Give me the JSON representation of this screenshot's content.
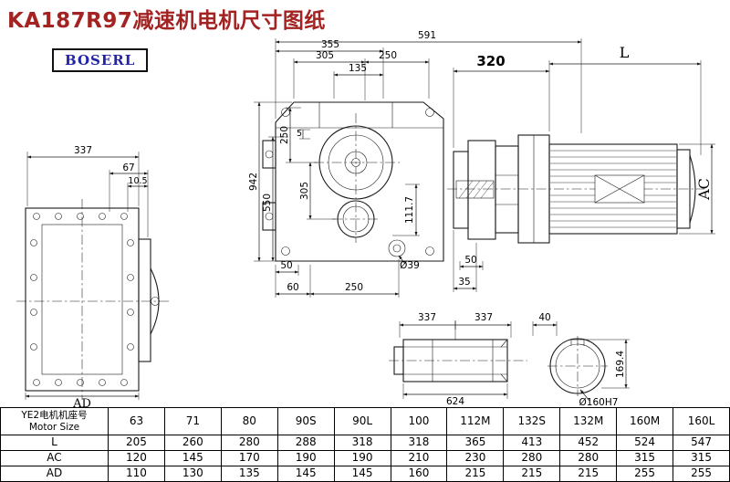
{
  "title": "KA187R97减速机电机尺寸图纸",
  "logo": "BOSERL",
  "colors": {
    "title": "#a32222",
    "logo_text": "#2323a8",
    "line": "#1a1a1a"
  },
  "dims": {
    "left_view": {
      "width": "337",
      "d67": "67",
      "d10_5": "10.5",
      "ad": "AD"
    },
    "main_view": {
      "d591": "591",
      "d355": "355",
      "d305_top": "305",
      "d250_top": "250",
      "d135": "135",
      "d942": "942",
      "d550": "550",
      "d250_left": "250",
      "d5": "5",
      "d305_left": "305",
      "d111_7": "111.7",
      "d50_left": "50",
      "d60": "60",
      "d250_bottom": "250",
      "d39": "Ø39",
      "d50_right": "50",
      "d35": "35"
    },
    "motor_view": {
      "d320": "320",
      "length": "L",
      "ac": "AC"
    },
    "shaft_view": {
      "d337_left": "337",
      "d337_right": "337",
      "d624": "624"
    },
    "bore_view": {
      "d40": "40",
      "d169_4": "169.4",
      "bore": "Ø160H7"
    }
  },
  "table": {
    "header_cn": "YE2电机机座号",
    "header_en": "Motor Size",
    "columns": [
      "63",
      "71",
      "80",
      "90S",
      "90L",
      "100",
      "112M",
      "132S",
      "132M",
      "160M",
      "160L"
    ],
    "rows": [
      {
        "label": "L",
        "values": [
          "205",
          "260",
          "280",
          "288",
          "318",
          "318",
          "365",
          "413",
          "452",
          "524",
          "547"
        ]
      },
      {
        "label": "AC",
        "values": [
          "120",
          "145",
          "170",
          "190",
          "190",
          "210",
          "230",
          "280",
          "280",
          "315",
          "315"
        ]
      },
      {
        "label": "AD",
        "values": [
          "110",
          "130",
          "135",
          "145",
          "145",
          "160",
          "215",
          "215",
          "215",
          "255",
          "255"
        ]
      }
    ]
  }
}
